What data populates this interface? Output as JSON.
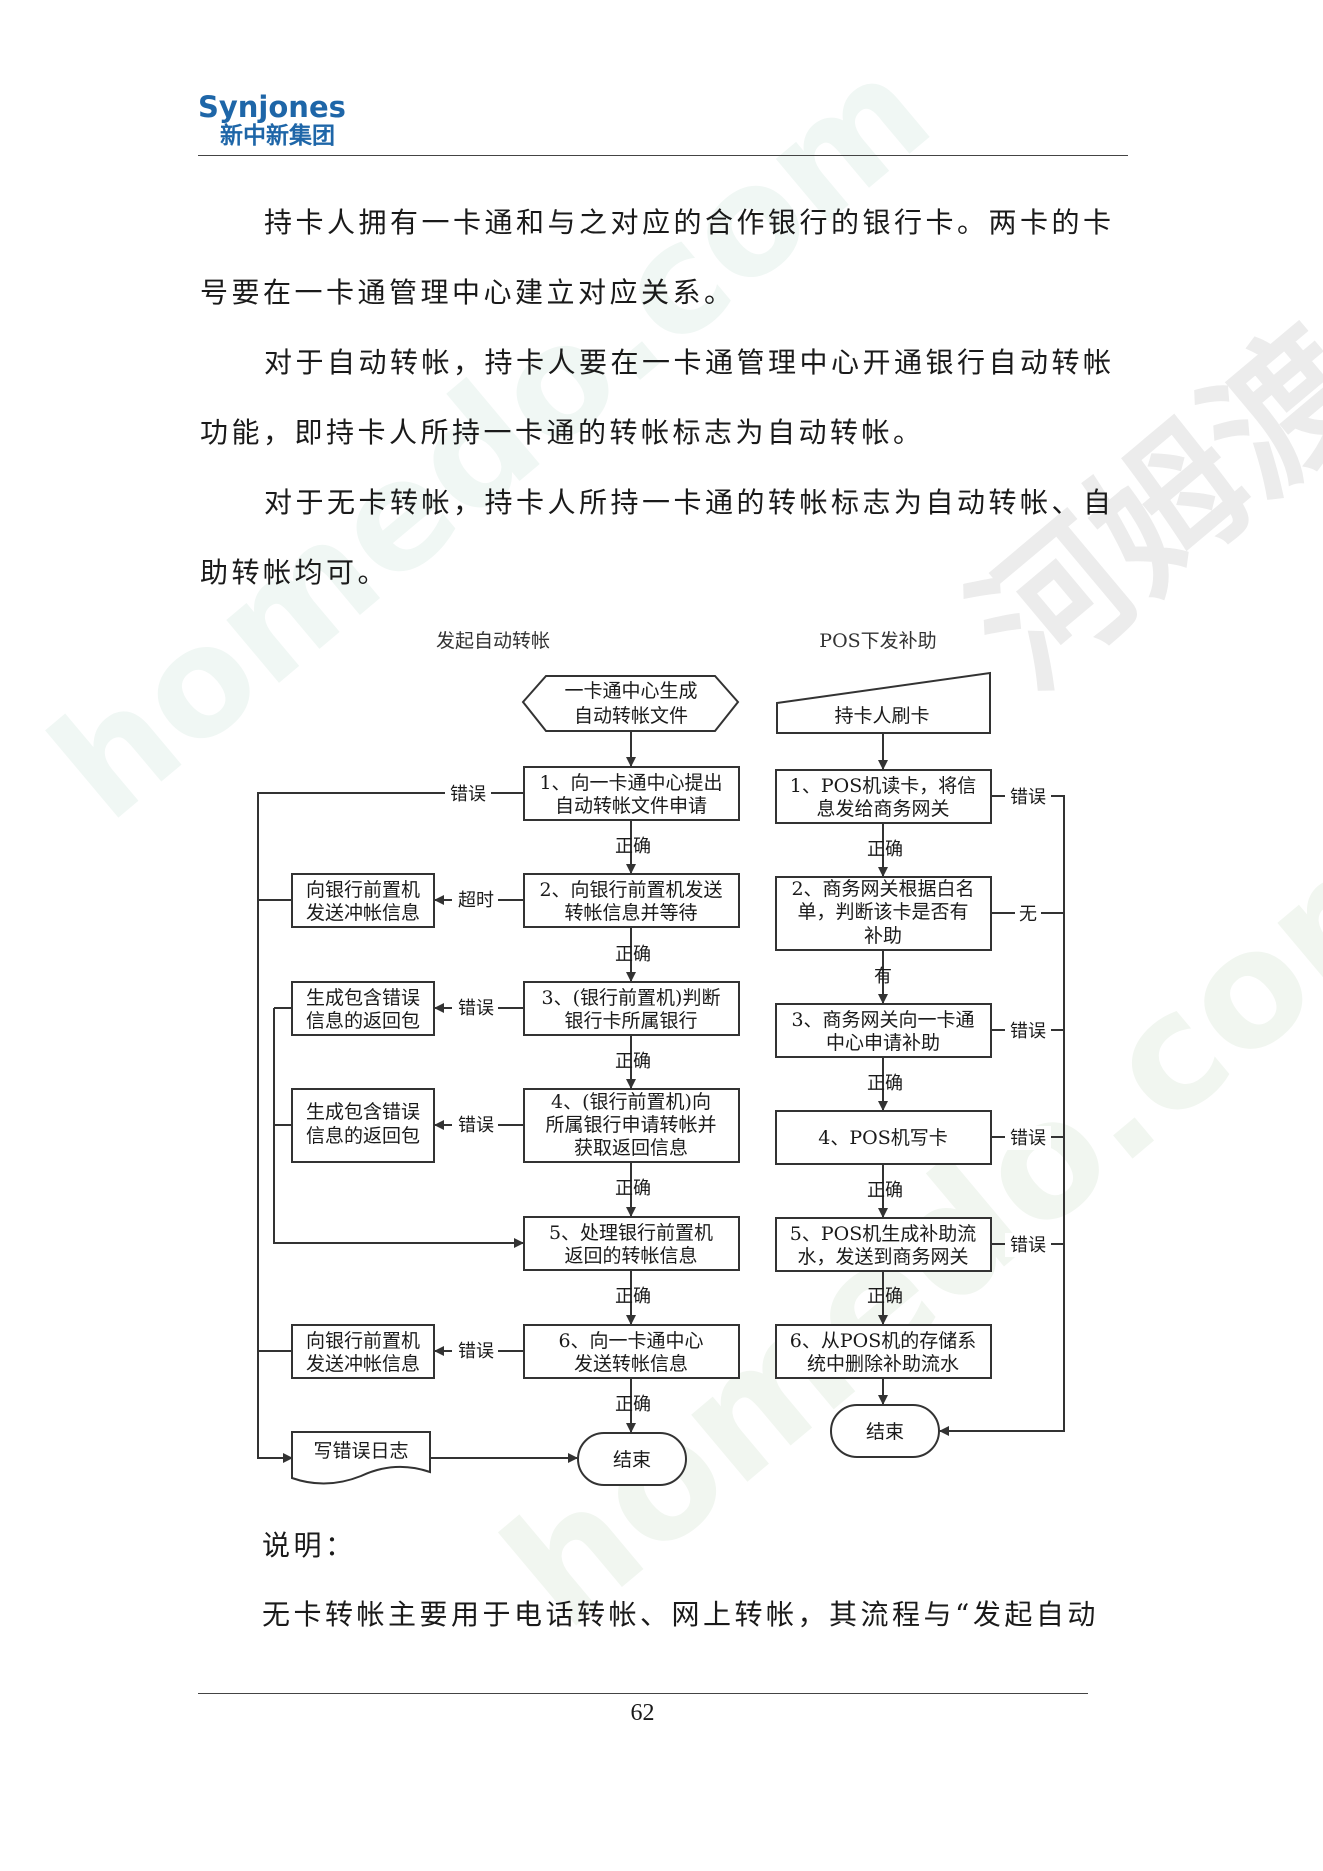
{
  "header": {
    "logo_en": "Synjones",
    "logo_cn": "新中新集团"
  },
  "paragraphs": [
    "持卡人拥有一卡通和与之对应的合作银行的银行卡。两卡的卡号要在一卡通管理中心建立对应关系。",
    "对于自动转帐，持卡人要在一卡通管理中心开通银行自动转帐功能，即持卡人所持一卡通的转帐标志为自动转帐。",
    "对于无卡转帐，持卡人所持一卡通的转帐标志为自动转帐、自助转帐均可。"
  ],
  "flowchart": {
    "left_title": "发起自动转帐",
    "right_title": "POS下发补助",
    "left": {
      "start": [
        "一卡通中心生成",
        "自动转帐文件"
      ],
      "step1": [
        "1、向一卡通中心提出",
        "自动转帐文件申请"
      ],
      "step2": [
        "2、向银行前置机发送",
        "转帐信息并等待"
      ],
      "step3": [
        "3、(银行前置机)判断",
        "银行卡所属银行"
      ],
      "step4": [
        "4、(银行前置机)向",
        "所属银行申请转帐并",
        "获取返回信息"
      ],
      "step5": [
        "5、处理银行前置机",
        "返回的转帐信息"
      ],
      "step6": [
        "6、向一卡通中心",
        "发送转帐信息"
      ],
      "side1": [
        "向银行前置机",
        "发送冲帐信息"
      ],
      "side2": [
        "生成包含错误",
        "信息的返回包"
      ],
      "side3": [
        "生成包含错误",
        "信息的返回包"
      ],
      "side4": [
        "向银行前置机",
        "发送冲帐信息"
      ],
      "log": "写错误日志",
      "end": "结束"
    },
    "right": {
      "start": "持卡人刷卡",
      "step1": [
        "1、POS机读卡，将信",
        "息发给商务网关"
      ],
      "step2": [
        "2、商务网关根据白名",
        "单，判断该卡是否有",
        "补助"
      ],
      "step3": [
        "3、商务网关向一卡通",
        "中心申请补助"
      ],
      "step4": "4、POS机写卡",
      "step5": [
        "5、POS机生成补助流",
        "水，发送到商务网关"
      ],
      "step6": [
        "6、从POS机的存储系",
        "统中删除补助流水"
      ],
      "end": "结束"
    },
    "labels": {
      "error": "错误",
      "correct": "正确",
      "timeout": "超时",
      "none": "无",
      "has": "有"
    }
  },
  "note_label": "说明：",
  "note_text": "无卡转帐主要用于电话转帐、网上转帐，其流程与“发起自动",
  "page_number": "62",
  "watermark": {
    "text_en": "homedo.com",
    "text_cn": "河姆渡"
  }
}
